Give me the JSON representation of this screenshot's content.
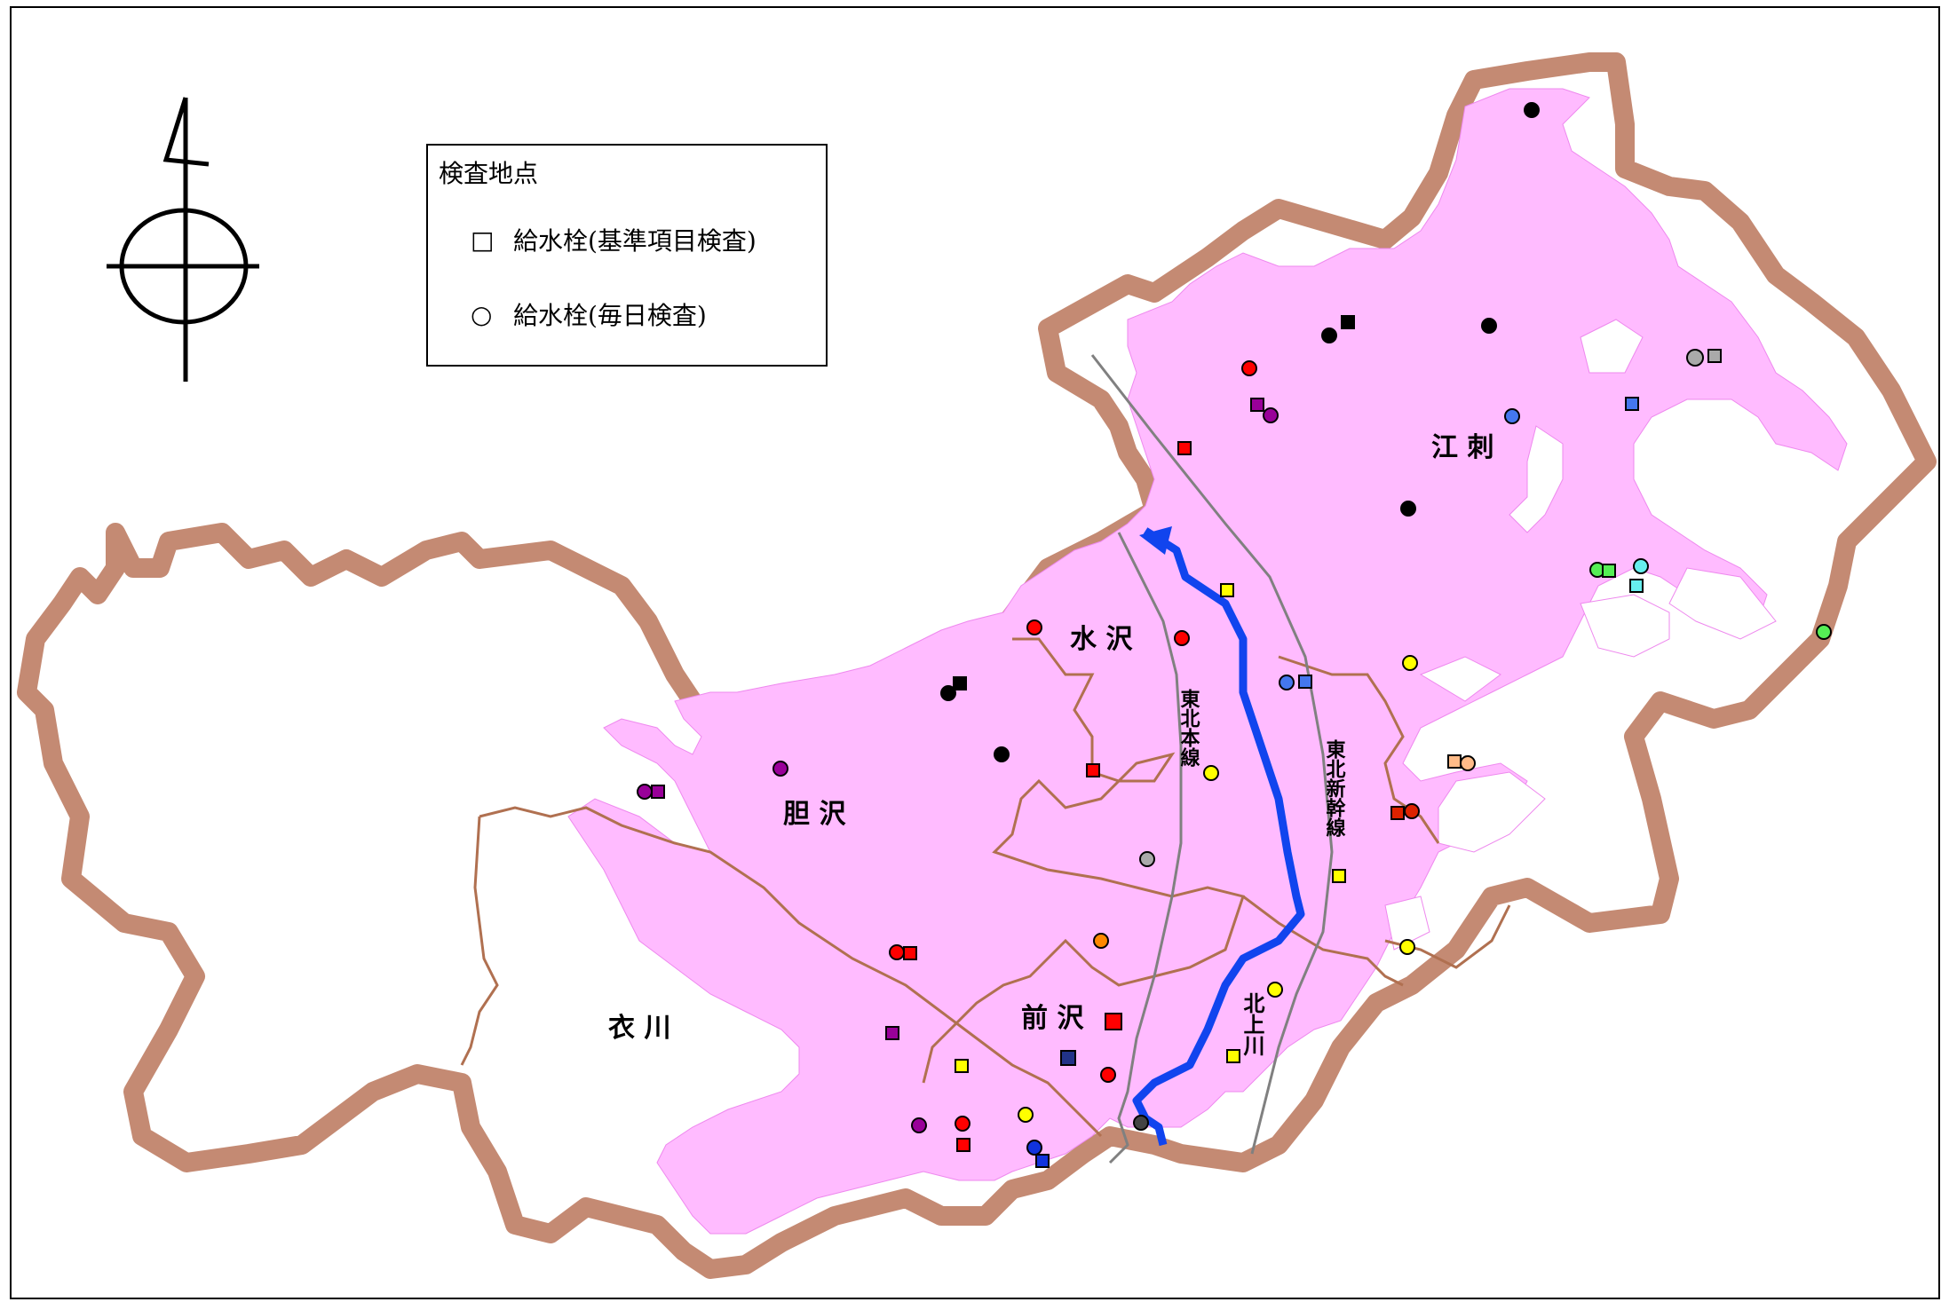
{
  "legend": {
    "title": "検査地点",
    "items": [
      {
        "symbol": "□",
        "label": "給水栓(基準項目検査)"
      },
      {
        "symbol": "○",
        "label": "給水栓(毎日検査)"
      }
    ]
  },
  "districts": {
    "esashi": "江 刺",
    "mizusawa": "水 沢",
    "isawa": "胆 沢",
    "koromogawa": "衣 川",
    "maesawa": "前 沢"
  },
  "lines": {
    "tohoku_main": "東北本線",
    "tohoku_shinkansen": "東北新幹線",
    "kitakami_river": "北上川"
  },
  "colors": {
    "boundary": "#c48a73",
    "service_area": "#ffbbff",
    "river": "#1144ee",
    "rail": "#808080",
    "subboundary": "#b07050"
  }
}
